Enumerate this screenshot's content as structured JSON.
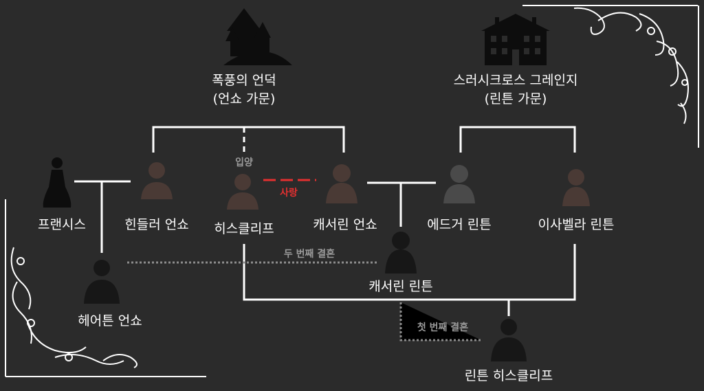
{
  "houses": {
    "wuthering": {
      "line1": "폭풍의 언덕",
      "line2": "(언쇼 가문)"
    },
    "grange": {
      "line1": "스러시크로스 그레인지",
      "line2": "(린튼 가문)"
    }
  },
  "people": {
    "frances": "프랜시스",
    "hindley": "힌들러 언쇼",
    "heathcliff": "히스클리프",
    "catherine_earnshaw": "캐서린 언쇼",
    "edgar": "에드거 린튼",
    "isabella": "이사벨라 린튼",
    "hareton": "헤어튼 언쇼",
    "catherine_linton": "캐서린 린튼",
    "linton_heathcliff": "린튼 히스클리프"
  },
  "relations": {
    "adoption": "입양",
    "love": "사랑",
    "second_marriage": "두 번째 결혼",
    "first_marriage": "첫 번째 결혼"
  },
  "colors": {
    "background": "#2b2b2b",
    "line": "#ffffff",
    "dotted": "#8c8c8c",
    "love": "#e53030",
    "silhouette": "#171717",
    "faded": "#4a3a35"
  }
}
